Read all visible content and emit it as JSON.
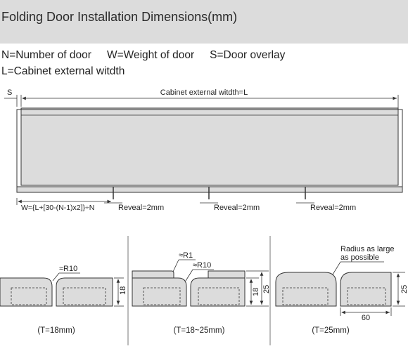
{
  "header": {
    "title": "Folding Door Installation Dimensions(mm)"
  },
  "legend": {
    "line1": [
      "N=Number of door",
      "W=Weight of door",
      "S=Door overlay"
    ],
    "line2": "L=Cabinet external witdth"
  },
  "top_diagram": {
    "s_label": "S",
    "width_label": "Cabinet external witdth=L",
    "formula": "W={L+[30-(N-1)x2]}÷N",
    "reveals": [
      "Reveal=2mm",
      "Reveal=2mm",
      "Reveal=2mm"
    ]
  },
  "profiles": [
    {
      "radius": "≈R10",
      "dim": "18",
      "caption": "(T=18mm)"
    },
    {
      "radius_small": "≈R1",
      "radius": "≈R10",
      "dim_inner": "18",
      "dim_outer": "25",
      "caption": "(T=18~25mm)"
    },
    {
      "note_line1": "Radius as large",
      "note_line2": "as possible",
      "dim": "25",
      "width": "60",
      "caption": "(T=25mm)"
    }
  ],
  "colors": {
    "header_bg": "#dcdcdc",
    "panel_fill": "#dcdcdc",
    "line": "#333333"
  }
}
